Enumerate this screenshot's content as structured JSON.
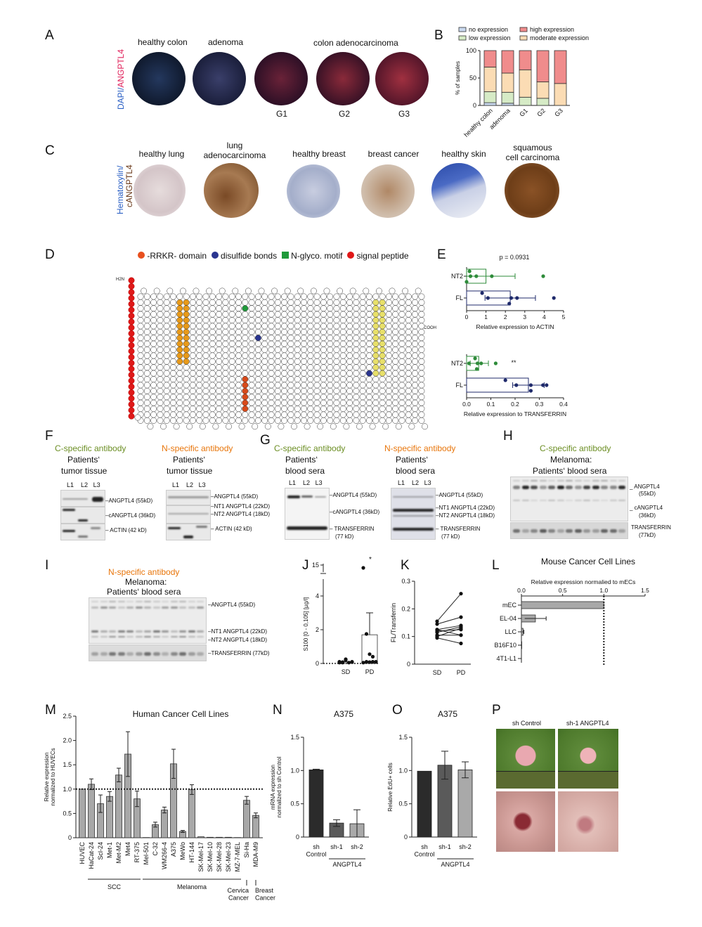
{
  "panels": {
    "A": "A",
    "B": "B",
    "C": "C",
    "D": "D",
    "E": "E",
    "F": "F",
    "G": "G",
    "H": "H",
    "I": "I",
    "J": "J",
    "K": "K",
    "L": "L",
    "M": "M",
    "N": "N",
    "O": "O",
    "P": "P"
  },
  "panelA": {
    "ylabel_blue": "DAPI/",
    "ylabel_red": "ANGPTL4",
    "titles": [
      "healthy colon",
      "adenoma",
      "colon adenocarcinoma"
    ],
    "grades": [
      "G1",
      "G2",
      "G3"
    ]
  },
  "panelC": {
    "ylabel_blue": "Hematoxylin/",
    "ylabel_brown": "cANGPTL4",
    "titles": [
      "healthy lung",
      "lung\nadenocarcinoma",
      "healthy breast",
      "breast cancer",
      "healthy skin",
      "squamous\ncell carcinoma"
    ]
  },
  "panelD": {
    "legend": [
      "-RRKR- domain",
      "disulfide bonds",
      "N-glyco. motif",
      "signal peptide"
    ],
    "nterm": "H2N",
    "cterm": "COOH"
  },
  "panelF": {
    "c_title": "C-specific antibody",
    "n_title": "N-specific antibody",
    "sub1": "Patients‘",
    "sub2": "tumor tissue",
    "lanes": [
      "L1",
      "L2",
      "L3"
    ],
    "c_bands": [
      "ANGPTL4 (55kD)",
      "cANGPTL4 (36kD)",
      "ACTIN (42 kD)"
    ],
    "n_bands": [
      "ANGPTL4 (55kD)",
      "NT1 ANGPTL4 (22kD)",
      "NT2 ANGPTL4 (18kD)",
      "ACTIN (42 kD)"
    ]
  },
  "panelG": {
    "c_title": "C-specific antibody",
    "n_title": "N-specific antibody",
    "sub1": "Patients‘",
    "sub2": "blood sera",
    "lanes": [
      "L1",
      "L2",
      "L3"
    ],
    "c_bands": [
      "ANGPTL4 (55kD)",
      "cANGPTL4 (36kD)",
      "TRANSFERRIN",
      "(77 kD)"
    ],
    "n_bands": [
      "ANGPTL4 (55kD)",
      "NT1 ANGPTL4 (22kD)",
      "NT2 ANGPTL4 (18kD)",
      "TRANSFERRIN",
      "(77 kD)"
    ]
  },
  "panelH": {
    "title": "C-specific antibody",
    "sub1": "Melanoma:",
    "sub2": "Patients‘ blood sera",
    "bands": [
      "ANGPTL4",
      "(55kD)",
      "cANGPTL4",
      "(36kD)",
      "TRANSFERRIN",
      "(77kD)"
    ]
  },
  "panelI": {
    "title": "N-specific antibody",
    "sub1": "Melanoma:",
    "sub2": "Patients‘ blood sera",
    "bands": [
      "ANGPTL4 (55kD)",
      "NT1 ANGPTL4 (22kD)",
      "NT2 ANGPTL4 (18kD)",
      "TRANSFERRIN (77kD)"
    ]
  },
  "panelP": {
    "labels": [
      "sh Control",
      "sh-1 ANGPTL4"
    ]
  },
  "colors": {
    "no": "#c9d9ef",
    "low": "#d6ebc6",
    "moderate": "#fbdcb4",
    "high": "#f08c8c",
    "green": "#2e8b3a",
    "navy": "#1f2a6b",
    "bar": "#a8a8a8"
  },
  "chart_data": [
    {
      "id": "B",
      "type": "bar",
      "stacked": true,
      "ylabel": "% of samples",
      "ylim": [
        0,
        100
      ],
      "yticks": [
        "0",
        "50",
        "100"
      ],
      "categories": [
        "healthy colon",
        "adenoma",
        "G1",
        "G2",
        "G3"
      ],
      "series": [
        {
          "name": "no expression",
          "values": [
            5,
            4,
            0,
            0,
            0
          ]
        },
        {
          "name": "low expression",
          "values": [
            20,
            20,
            15,
            13,
            0
          ]
        },
        {
          "name": "moderate expression",
          "values": [
            45,
            35,
            50,
            30,
            40
          ]
        },
        {
          "name": "high expression",
          "values": [
            30,
            41,
            35,
            57,
            60
          ]
        }
      ],
      "legend": "top"
    },
    {
      "id": "E1",
      "type": "bar",
      "orientation": "horizontal",
      "title": "p = 0.0931",
      "xlabel": "Relative expression to  ACTIN",
      "xlim": [
        0,
        5
      ],
      "xticks": [
        "0",
        "1",
        "2",
        "3",
        "4",
        "5"
      ],
      "categories": [
        "NT2",
        "FL"
      ],
      "means": [
        1.0,
        2.25
      ],
      "err_low": [
        0,
        0.95
      ],
      "err_high": [
        2.5,
        3.55
      ],
      "points": [
        [
          0.15,
          0.2,
          0.5,
          1.3,
          3.95,
          0.0
        ],
        [
          0.8,
          1.1,
          2.3,
          2.6,
          4.5,
          2.2
        ]
      ]
    },
    {
      "id": "E2",
      "type": "bar",
      "orientation": "horizontal",
      "annotation": "**",
      "xlabel": "Relative expression to TRANSFERRIN",
      "xlim": [
        0,
        0.4
      ],
      "xticks": [
        "0.0",
        "0.1",
        "0.2",
        "0.3",
        "0.4"
      ],
      "categories": [
        "NT2",
        "FL"
      ],
      "means": [
        0.05,
        0.255
      ],
      "err_low": [
        0.015,
        0.19
      ],
      "err_high": [
        0.09,
        0.32
      ],
      "points": [
        [
          0.035,
          0.01,
          0.045,
          0.06,
          0.12,
          0.042
        ],
        [
          0.16,
          0.205,
          0.265,
          0.315,
          0.33,
          0.265
        ]
      ]
    },
    {
      "id": "J",
      "type": "bar",
      "ylabel": "S100 [0 - 0,105] [µg/l]",
      "ylim": [
        0,
        5
      ],
      "yticks": [
        "0",
        "2",
        "4"
      ],
      "break_tick": "15",
      "categories": [
        "SD",
        "PD"
      ],
      "means": [
        0.08,
        1.7
      ],
      "err_high": [
        0.1,
        3.0
      ],
      "annotation": "*",
      "points": [
        [
          0.1,
          0.05,
          0.2,
          0.05,
          0.1,
          0.05,
          0.08,
          0.25
        ],
        [
          12.5,
          1.75,
          0.55,
          0.4,
          0.1,
          0.05,
          0.1,
          0.08,
          0.1
        ]
      ]
    },
    {
      "id": "K",
      "type": "line",
      "ylabel": "FL/Transferrin",
      "ylim": [
        0,
        0.3
      ],
      "yticks": [
        "0",
        "0.1",
        "0.2",
        "0.3"
      ],
      "categories": [
        "SD",
        "PD"
      ],
      "pairs": [
        [
          0.155,
          0.255
        ],
        [
          0.145,
          0.17
        ],
        [
          0.125,
          0.14
        ],
        [
          0.12,
          0.125
        ],
        [
          0.115,
          0.135
        ],
        [
          0.105,
          0.105
        ],
        [
          0.1,
          0.13
        ],
        [
          0.095,
          0.075
        ],
        [
          0.125,
          0.105
        ]
      ]
    },
    {
      "id": "L",
      "type": "bar",
      "orientation": "horizontal",
      "title": "Mouse Cancer Cell Lines",
      "xlabel": "Relative expression normalied to mECs",
      "xlim": [
        0,
        1.5
      ],
      "xticks": [
        "0.0",
        "0.5",
        "1.0",
        "1.5"
      ],
      "reference": 1.0,
      "categories": [
        "mEC",
        "EL-04",
        "LLC",
        "B16F10",
        "4T1-L1"
      ],
      "values": [
        1.0,
        0.17,
        0.02,
        0.005,
        0
      ],
      "errors": [
        0,
        0.13,
        0.01,
        0,
        0
      ]
    },
    {
      "id": "M",
      "type": "bar",
      "title": "Human Cancer Cell Lines",
      "ylabel": "Relative expression\nnormalized to HUVECs",
      "ylim": [
        0,
        2.5
      ],
      "yticks": [
        "0",
        "0.5",
        "1.0",
        "1.5",
        "2.0",
        "2.5"
      ],
      "reference": 1.0,
      "categories": [
        "HUVEC",
        "HaCat-24",
        "Scl-24",
        "Met-1",
        "Met-M2",
        "Met4",
        "RT-375",
        "Mel-501",
        "C-32",
        "WM266-4",
        "A375",
        "MeWo",
        "HT-144",
        "SK-Mel-17",
        "SK-Mel-10",
        "SK-Mel-28",
        "SK-Mel-23",
        "MZ-7-MEL",
        "Si-Ha",
        "MDA-M9"
      ],
      "values": [
        1.0,
        1.1,
        0.7,
        0.85,
        1.29,
        1.72,
        0.8,
        0.005,
        0.27,
        0.57,
        1.52,
        0.13,
        0.99,
        0.02,
        0.01,
        0.01,
        0.01,
        0.005,
        0.77,
        0.46
      ],
      "errors": [
        0,
        0.11,
        0.18,
        0.1,
        0.14,
        0.46,
        0.16,
        0,
        0.05,
        0.06,
        0.3,
        0.02,
        0.1,
        0,
        0,
        0,
        0,
        0,
        0.08,
        0.05
      ],
      "groups": [
        {
          "label": "SCC",
          "from": 1,
          "to": 6
        },
        {
          "label": "Melanoma",
          "from": 7,
          "to": 17
        },
        {
          "label": "Cervica\nCancer",
          "from": 18,
          "to": 18
        },
        {
          "label": "Breast\nCancer",
          "from": 19,
          "to": 19
        }
      ]
    },
    {
      "id": "N",
      "type": "bar",
      "title": "A375",
      "ylabel": "mRNA expression\nnormalized to sh Control",
      "ylim": [
        0,
        1.5
      ],
      "yticks": [
        "0",
        "0.5",
        "1.0",
        "1.5"
      ],
      "categories": [
        "sh\nControl",
        "sh-1",
        "sh-2"
      ],
      "group_label": "ANGPTL4",
      "values": [
        1.01,
        0.21,
        0.2
      ],
      "errors": [
        0.01,
        0.05,
        0.21
      ],
      "bar_colors": [
        "#2b2b2b",
        "#5a5a5a",
        "#a9a9a9"
      ]
    },
    {
      "id": "O",
      "type": "bar",
      "title": "A375",
      "ylabel": "Relative EdU+ cells",
      "ylim": [
        0,
        1.5
      ],
      "yticks": [
        "0",
        "0.5",
        "1.0",
        "1.5"
      ],
      "categories": [
        "sh\nControl",
        "sh-1",
        "sh-2"
      ],
      "group_label": "ANGPTL4",
      "values": [
        0.99,
        1.08,
        1.01
      ],
      "errors": [
        0,
        0.21,
        0.12
      ],
      "bar_colors": [
        "#2b2b2b",
        "#5a5a5a",
        "#a9a9a9"
      ]
    }
  ]
}
